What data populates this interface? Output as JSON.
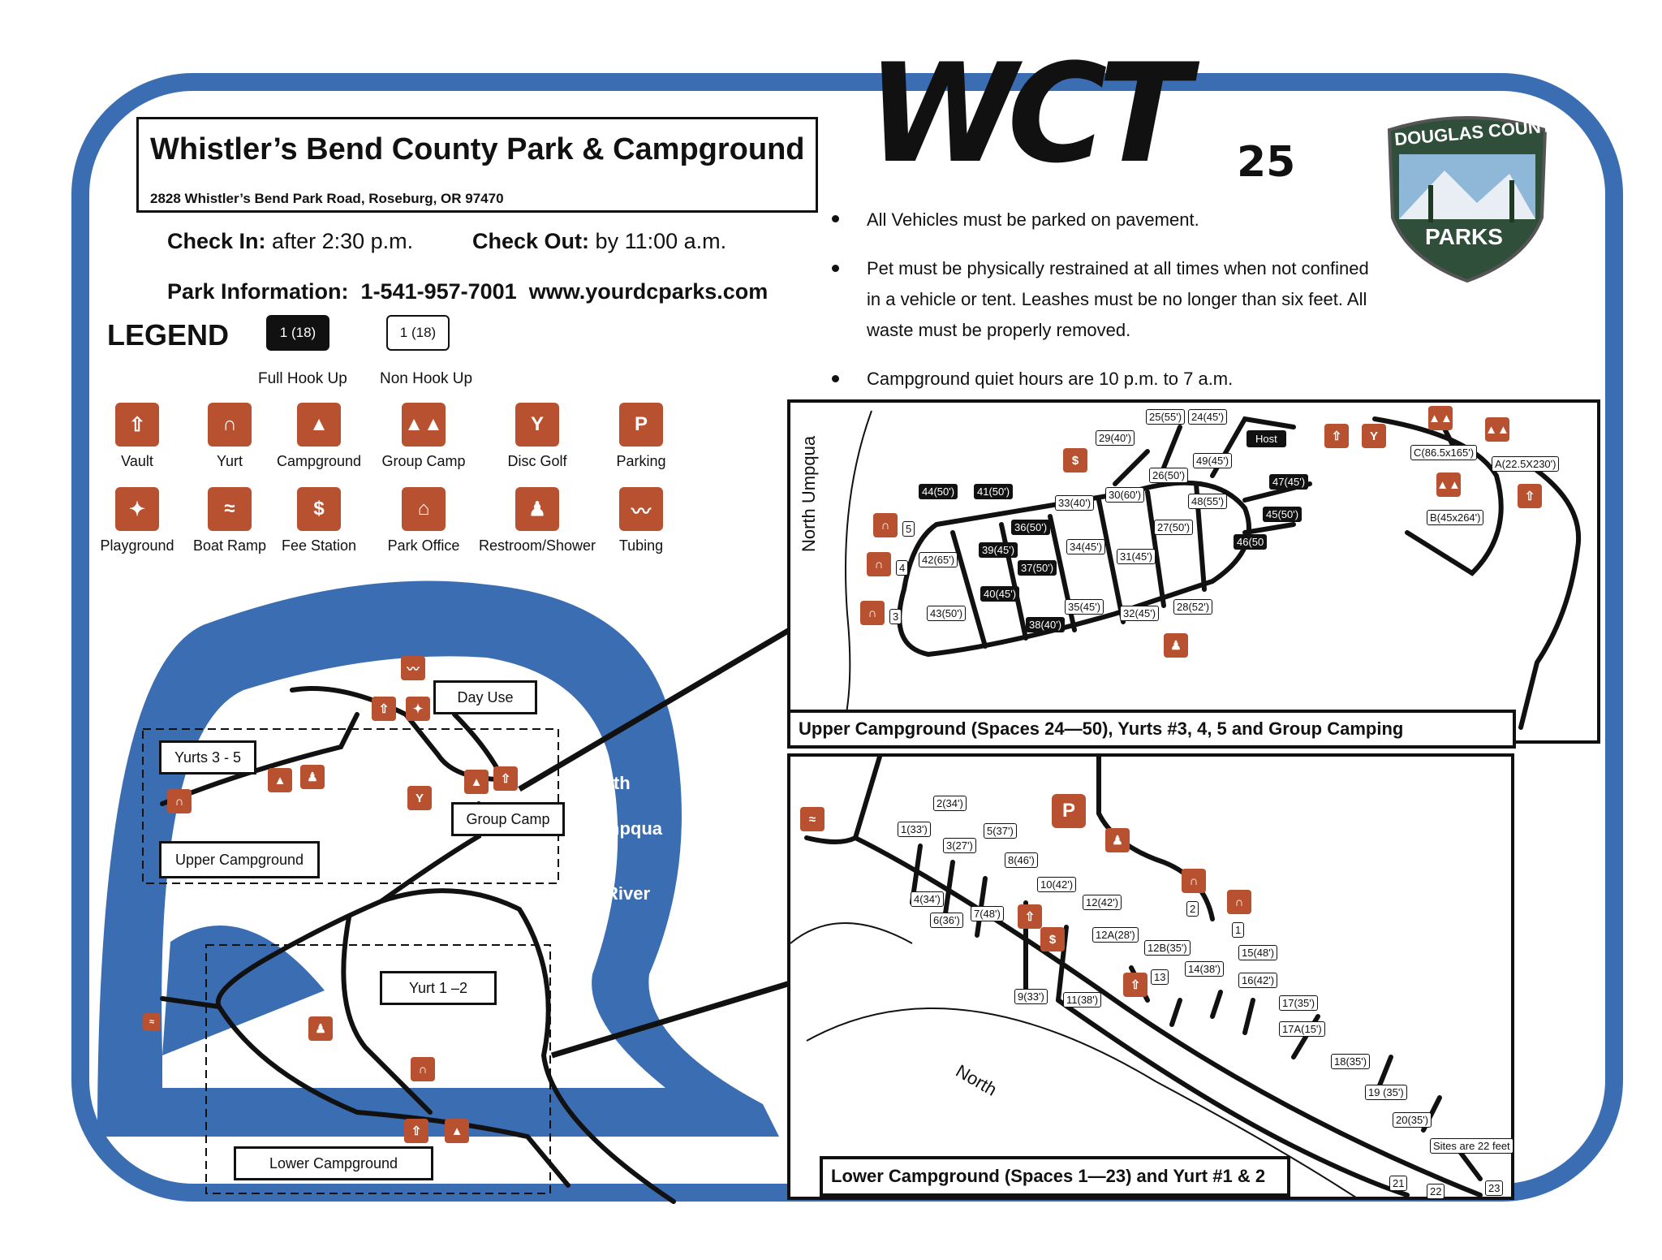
{
  "header": {
    "title": "Whistler’s Bend County Park & Campground",
    "address": "2828 Whistler’s Bend Park Road, Roseburg, OR  97470",
    "check_in_label": "Check  In:",
    "check_in_value": "after 2:30 p.m.",
    "check_out_label": "Check Out:",
    "check_out_value": "by 11:00 a.m.",
    "info_label": "Park Information:",
    "phone": "1-541-957-7001",
    "website": "www.yourdcparks.com",
    "wct_logo": "WCT",
    "wct_sub": "25",
    "county_badge_top": "DOUGLAS COUNTY",
    "county_badge_bottom": "PARKS"
  },
  "legend": {
    "title": "LEGEND",
    "full_hookup_example": "1 (18)",
    "full_hookup_label": "Full Hook Up",
    "non_hookup_example": "1 (18)",
    "non_hookup_label": "Non Hook Up",
    "icons": [
      {
        "label": "Vault",
        "glyph": "⇧",
        "icon": "vault-icon"
      },
      {
        "label": "Yurt",
        "glyph": "∩",
        "icon": "yurt-icon"
      },
      {
        "label": "Campground",
        "glyph": "▲",
        "icon": "campground-icon"
      },
      {
        "label": "Group Camp",
        "glyph": "▲▲",
        "icon": "group-camp-icon"
      },
      {
        "label": "Disc Golf",
        "glyph": "Y",
        "icon": "disc-golf-icon"
      },
      {
        "label": "Parking",
        "glyph": "P",
        "icon": "parking-icon"
      },
      {
        "label": "Playground",
        "glyph": "✦",
        "icon": "playground-icon"
      },
      {
        "label": "Boat Ramp",
        "glyph": "≈",
        "icon": "boat-ramp-icon"
      },
      {
        "label": "Fee Station",
        "glyph": "$",
        "icon": "fee-station-icon"
      },
      {
        "label": "Park Office",
        "glyph": "⌂",
        "icon": "park-office-icon"
      },
      {
        "label": "Restroom/Shower",
        "glyph": "♟",
        "icon": "restroom-shower-icon"
      },
      {
        "label": "Tubing",
        "glyph": "〰",
        "icon": "tubing-icon"
      }
    ]
  },
  "rules": [
    "All Vehicles must be parked on pavement.",
    "Pet must be physically restrained at all times when not confined in a vehicle or tent.  Leashes must be no longer than six feet.  All waste must be properly removed.",
    "Campground quiet hours are 10 p.m. to 7 a.m."
  ],
  "overview_map": {
    "labels": {
      "day_use": "Day Use",
      "yurts_3_5": "Yurts 3 - 5",
      "group_camp": "Group Camp",
      "upper_campground": "Upper Campground",
      "yurt_1_2": "Yurt 1 –2",
      "lower_campground": "Lower Campground"
    },
    "river": [
      "North",
      "Umpqua",
      "River"
    ]
  },
  "upper_inset": {
    "caption": "Upper Campground (Spaces 24—50), Yurts #3, 4, 5 and Group Camping",
    "river_label": "North Umpqua",
    "host": "Host",
    "yurts": [
      "5",
      "4",
      "3"
    ],
    "full_hookup_sites": [
      "44(50')",
      "41(50')",
      "36(50')",
      "39(45')",
      "37(50')",
      "40(45')",
      "38(40')",
      "46(50",
      "45(50')",
      "47(45')"
    ],
    "non_hookup_sites": [
      "25(55')",
      "24(45')",
      "29(40')",
      "49(45')",
      "26(50')",
      "30(60')",
      "33(40')",
      "48(55')",
      "27(50')",
      "34(45')",
      "31(45')",
      "42(65')",
      "43(50')",
      "35(45')",
      "32(45')",
      "28(52')"
    ],
    "group_sites": [
      "C(86.5x165')",
      "A(22.5X230')",
      "B(45x264')"
    ]
  },
  "lower_inset": {
    "caption": "Lower Campground (Spaces 1—23) and Yurt #1 & 2",
    "river_label": "North",
    "yurts": [
      "2",
      "1"
    ],
    "sites": [
      "2(34')",
      "1(33')",
      "5(37')",
      "3(27')",
      "8(46')",
      "10(42')",
      "4(34')",
      "6(36')",
      "7(48')",
      "12(42')",
      "12A(28')",
      "12B(35')",
      "13",
      "14(38')",
      "15(48')",
      "16(42')",
      "9(33')",
      "11(38')",
      "17(35')",
      "17A(15')",
      "18(35')",
      "19 (35')",
      "20(35')",
      "Sites are 22 feet",
      "21",
      "22",
      "23"
    ]
  },
  "colors": {
    "frame_blue": "#3b6db3",
    "icon_brown": "#b8512f",
    "river_blue": "#3b6db3"
  }
}
